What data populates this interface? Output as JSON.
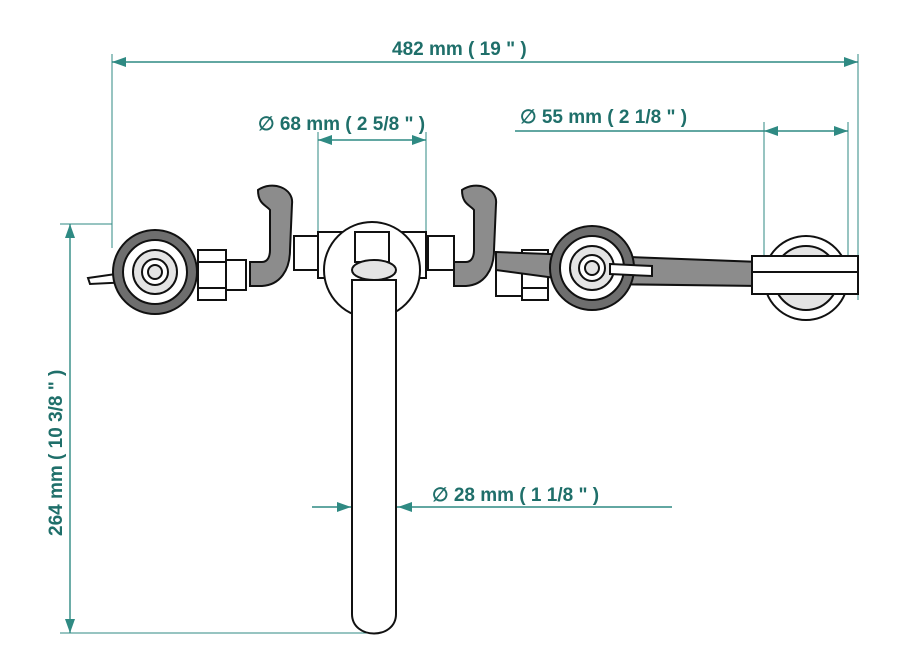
{
  "colors": {
    "dimension": "#2f8a83",
    "dimension_text": "#1f6f6a",
    "outline": "#111111",
    "body_gray": "#8c8c8c"
  },
  "dimensions": {
    "overall_width": "482 mm ( 19 \" )",
    "outlet_diameter": "∅  68 mm ( 2 5/8 \" )",
    "shower_diameter": "∅  55 mm ( 2 1/8 \" )",
    "spout_diameter": "∅  28 mm ( 1 1/8 \" )",
    "overall_height": "264 mm ( 10 3/8 \" )"
  }
}
